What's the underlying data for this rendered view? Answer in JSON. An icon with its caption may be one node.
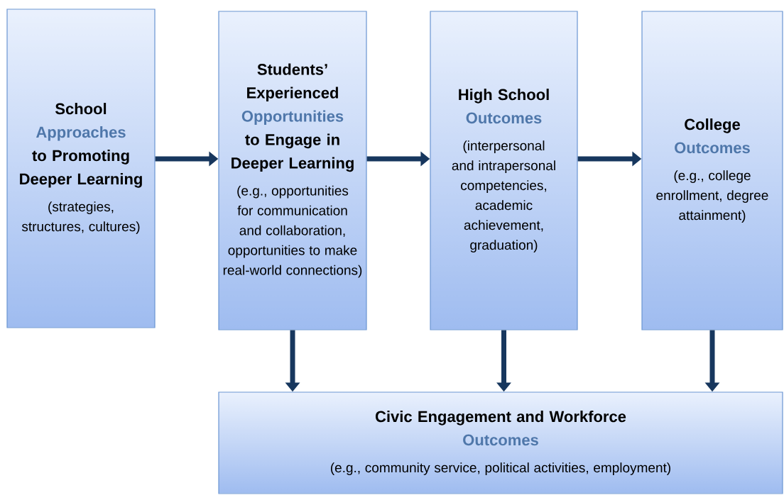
{
  "diagram": {
    "nodes": [
      {
        "text": [
          "School",
          "Approaches",
          "to Promoting Deeper Learning",
          "(strategies, structures, cultures)"
        ]
      },
      {
        "text": [
          "Students’ Experienced",
          "Opportunities",
          "to Engage in Deeper Learning",
          "(e.g., opportunities for communication and collaboration, opportunities to make real-world connections)"
        ]
      },
      {
        "text": [
          "High School",
          "Outcomes",
          "(interpersonal and intrapersonal competencies, academic achievement, graduation)"
        ]
      },
      {
        "text": [
          "College",
          "Outcomes",
          "(e.g., college enrollment, degree attainment)"
        ]
      },
      {
        "text": [
          "Civic Engagement and Workforce",
          "Outcomes",
          "(e.g., community service, political activities, employment)"
        ]
      }
    ],
    "edges": [
      {
        "from": 0,
        "to": 1,
        "arrow": "to"
      },
      {
        "from": 1,
        "to": 2,
        "arrow": "to"
      },
      {
        "from": 2,
        "to": 3,
        "arrow": "to"
      },
      {
        "from": 1,
        "to": 4,
        "arrow": "to"
      },
      {
        "from": 2,
        "to": 4,
        "arrow": "to"
      },
      {
        "from": 3,
        "to": 4,
        "arrow": "to"
      }
    ]
  }
}
